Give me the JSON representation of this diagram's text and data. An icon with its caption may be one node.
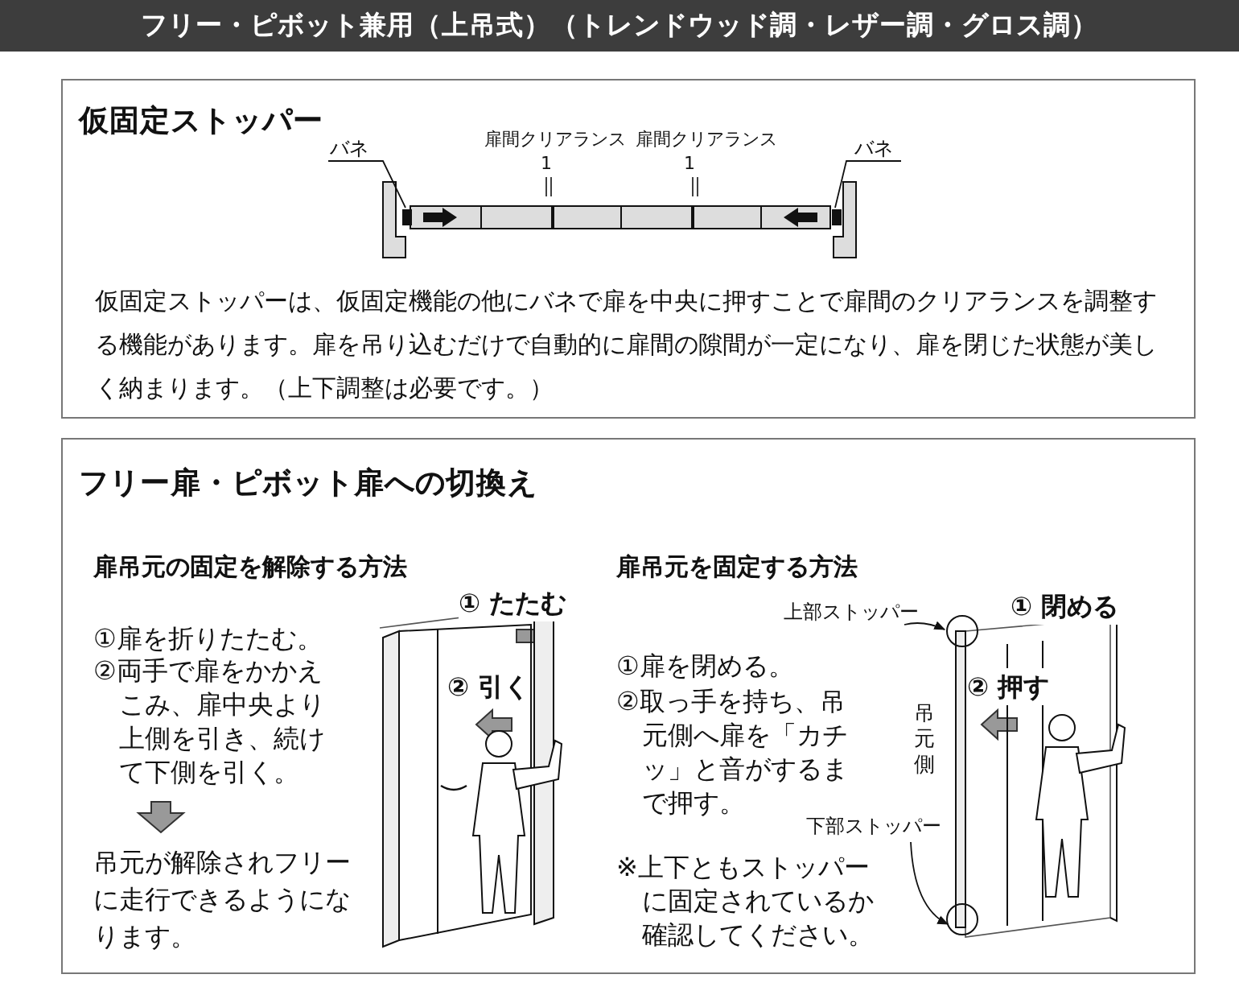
{
  "diagram": {
    "title": "フリー・ピボット兼用（上吊式）（トレンドウッド調・レザー調・グロス調）",
    "nodes": [
      {
        "text": [
          "仮固定ストッパー",
          "仮固定ストッパーは、仮固定機能の他にバネで扉を中央に押すことで扉間のクリアランスを調整する機能があります。扉を吊り込むだけで自動的に扉間の隙間が一定になり、扉を閉じた状態が美しく納まります。（上下調整は必要です。）"
        ]
      },
      {
        "text": [
          "バネ"
        ],
        "in": 0
      },
      {
        "text": [
          "バネ"
        ],
        "in": 0
      },
      {
        "text": [],
        "shape": "box",
        "in": 0
      },
      {
        "text": [],
        "shape": "box",
        "in": 0
      },
      {
        "text": [
          "フリー扉・ピボット扉への切換え"
        ]
      },
      {
        "text": [
          "上部ストッパー"
        ],
        "in": 5
      },
      {
        "text": [],
        "shape": "circle",
        "in": 5
      },
      {
        "text": [
          "下部ストッパー"
        ],
        "in": 5
      },
      {
        "text": [],
        "shape": "circle",
        "in": 5
      }
    ],
    "edges": [
      {
        "from": 1,
        "to": 3,
        "arrow": "none"
      },
      {
        "from": 2,
        "to": 4,
        "arrow": "none"
      },
      {
        "from": 6,
        "to": 7,
        "arrow": "to"
      },
      {
        "from": 8,
        "to": 9,
        "arrow": "to"
      }
    ],
    "labels": [
      "扉間クリアランス",
      "1",
      "扉間クリアランス",
      "1",
      "扉吊元の固定を解除する方法",
      "①扉を折りたたむ。",
      "②両手で扉をかかえこみ、扉中央より上側を引き、続けて下側を引く。",
      "① たたむ",
      "② 引く",
      "吊元が解除されフリーに走行できるようになります。",
      "扉吊元を固定する方法",
      "① 閉める",
      "①扉を閉める。",
      "②取っ手を持ち、吊元側へ扉を「カチッ」と音がするまで押す。",
      "② 押す",
      "吊元側",
      "※上下ともストッパーに固定されているか確認してください。"
    ]
  }
}
